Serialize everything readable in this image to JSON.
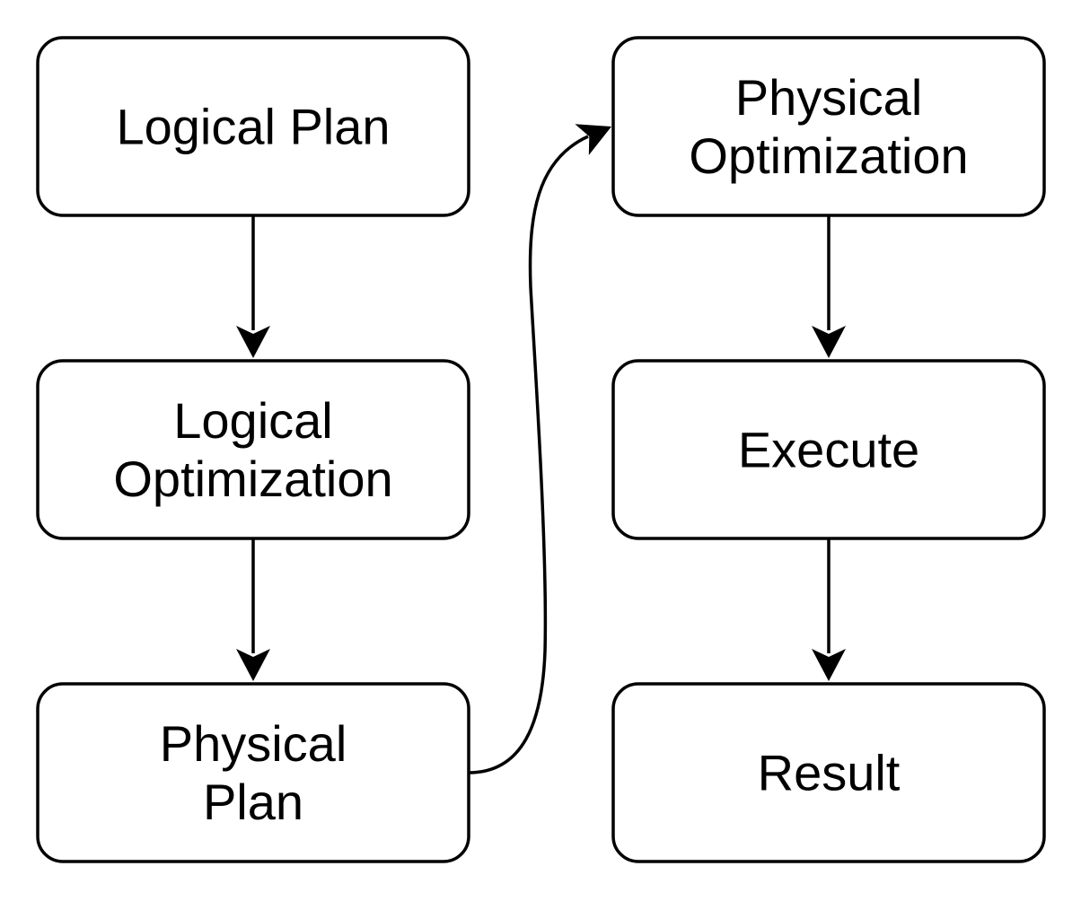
{
  "diagram": {
    "type": "flowchart",
    "colors": {
      "node_fill": "#ffffff",
      "node_stroke": "#000000",
      "edge_stroke": "#000000",
      "text": "#000000",
      "background": "#ffffff"
    },
    "nodes": {
      "logical_plan": {
        "label": "Logical Plan"
      },
      "logical_optimization": {
        "line1": "Logical",
        "line2": "Optimization"
      },
      "physical_plan": {
        "line1": "Physical",
        "line2": "Plan"
      },
      "physical_optimization": {
        "line1": "Physical",
        "line2": "Optimization"
      },
      "execute": {
        "label": "Execute"
      },
      "result": {
        "label": "Result"
      }
    },
    "edges": [
      {
        "from": "logical_plan",
        "to": "logical_optimization",
        "style": "straight-down-arrow"
      },
      {
        "from": "logical_optimization",
        "to": "physical_plan",
        "style": "straight-down-arrow"
      },
      {
        "from": "physical_plan",
        "to": "physical_optimization",
        "style": "curved-up-right-arrow"
      },
      {
        "from": "physical_optimization",
        "to": "execute",
        "style": "straight-down-arrow"
      },
      {
        "from": "execute",
        "to": "result",
        "style": "straight-down-arrow"
      }
    ]
  }
}
